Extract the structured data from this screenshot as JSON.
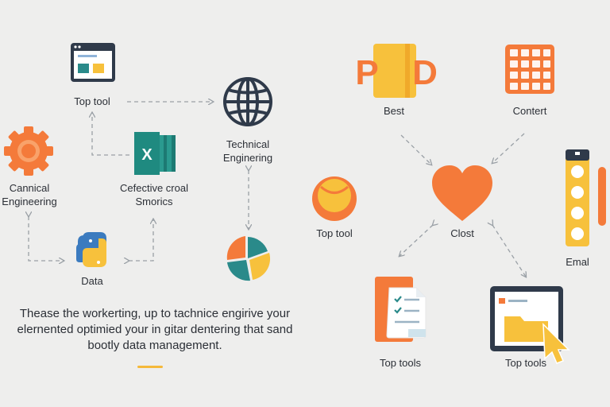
{
  "nodes": {
    "top_tool": "Top tool",
    "technical_engineering": [
      "Technical",
      "Enginering"
    ],
    "cannical_engineering": [
      "Cannical",
      "Engineering"
    ],
    "cefective": [
      "Cefective croal",
      "Smorics"
    ],
    "data": "Data",
    "best": "Best",
    "contert": "Contert",
    "top_tool_right": "Top tool",
    "clost": "Clost",
    "emal": "Emal",
    "top_tools_left": "Top tools",
    "top_tools_right": "Top tools"
  },
  "icon_letters": {
    "excel": "X",
    "pd_p": "P",
    "pd_d": "D"
  },
  "caption": {
    "line1": "Thease the workerting, up to tachnice engirive your",
    "line2": "elernented optimied your in gitar dentering that sand",
    "line3": "bootly data management."
  },
  "colors": {
    "background": "#eeeeed",
    "orange": "#f47a3a",
    "yellow": "#f7c13c",
    "navy": "#2f3a4a",
    "teal": "#2a8a8a",
    "blue": "#3b7bbf"
  }
}
